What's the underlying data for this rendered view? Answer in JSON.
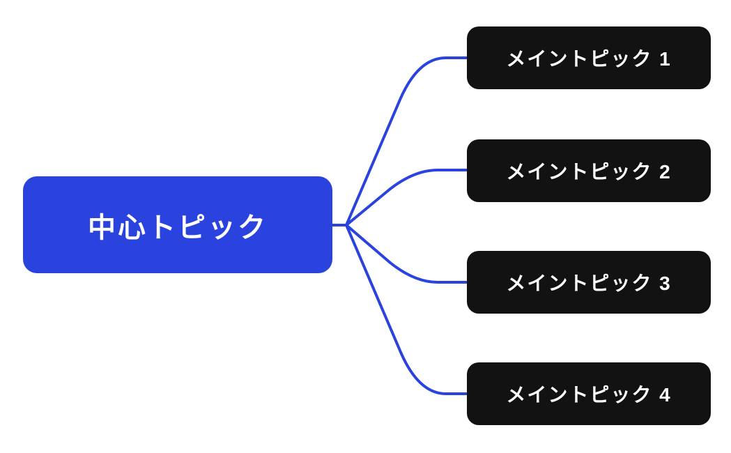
{
  "diagram": {
    "type": "mindmap",
    "background_color": "#ffffff",
    "connector_color": "#2B43DE",
    "center": {
      "label": "中心トピック",
      "bg_color": "#2B43DE",
      "text_color": "#ffffff"
    },
    "branches": [
      {
        "label": "メイントピック 1"
      },
      {
        "label": "メイントピック 2"
      },
      {
        "label": "メイントピック 3"
      },
      {
        "label": "メイントピック 4"
      }
    ],
    "branch_style": {
      "bg_color": "#121212",
      "text_color": "#ffffff"
    }
  }
}
